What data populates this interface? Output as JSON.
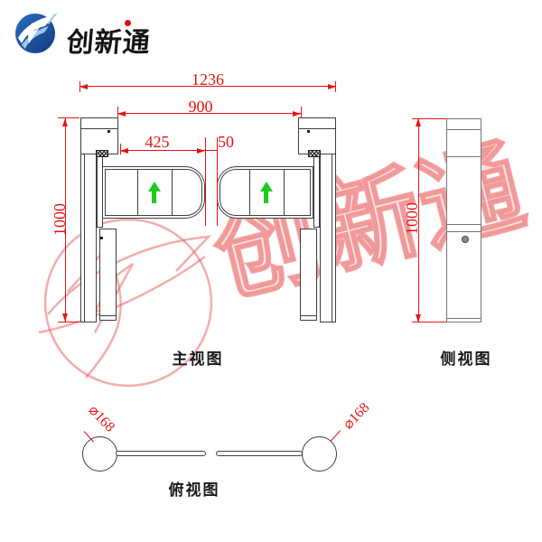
{
  "colors": {
    "line": "#3f3f3f",
    "line_light": "#757575",
    "dimension_red": "#e51414",
    "arrow_green": "#1fcb1f",
    "logo_blue": "#1a4f9c",
    "logo_light_blue": "#9cc9ec",
    "logo_red_dot": "#dd1111",
    "watermark_pink": "#ef8f8f"
  },
  "logo": {
    "brand": "创新通",
    "icon": "swoosh-arrow-globe-icon"
  },
  "front_view": {
    "label": "主视图",
    "dim_overall_width": "1236",
    "dim_inner_width": "900",
    "dim_arm_length": "425",
    "dim_center_gap": "50",
    "dim_height": "1000",
    "arm_arrow_icon": "green-up-arrow"
  },
  "side_view": {
    "label": "侧视图",
    "dim_height": "1000",
    "keyhole_icon": "keyhole"
  },
  "top_view": {
    "label": "俯视图",
    "dim_left_diameter": "⌀168",
    "dim_right_diameter": "⌀168"
  },
  "watermark": {
    "text": "创新通"
  }
}
